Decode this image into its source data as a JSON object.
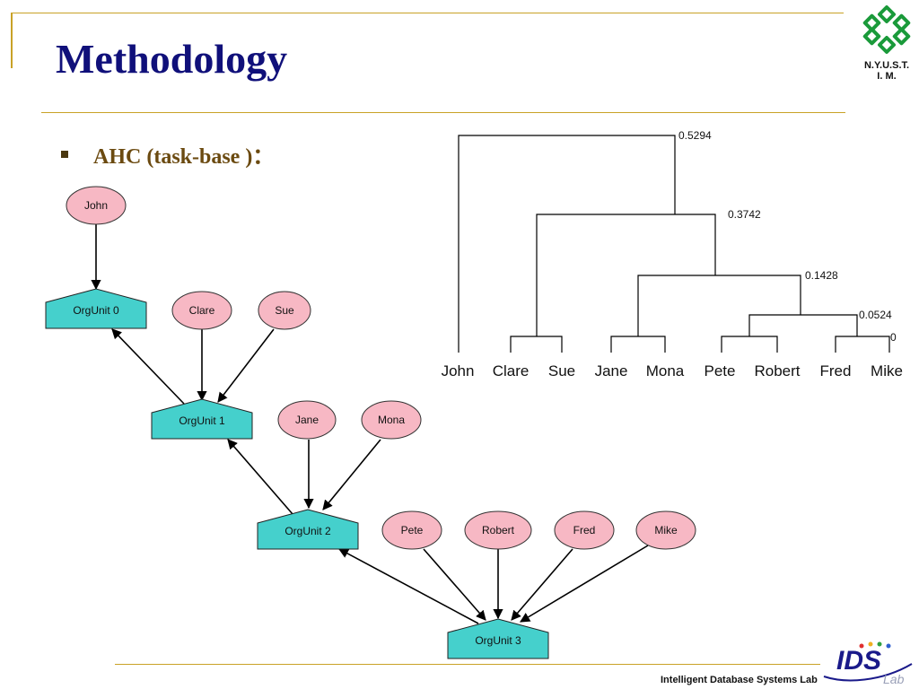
{
  "slide": {
    "title": "Methodology",
    "bullet": "AHC (task-base )：",
    "logo_line1": "N.Y.U.S.T.",
    "logo_line2": "I. M.",
    "footer": "Intelligent Database Systems Lab",
    "footer_logo": "IDS",
    "footer_logo_sub": "Lab"
  },
  "org_graph": {
    "people": {
      "john": "John",
      "clare": "Clare",
      "sue": "Sue",
      "jane": "Jane",
      "mona": "Mona",
      "pete": "Pete",
      "robert": "Robert",
      "fred": "Fred",
      "mike": "Mike"
    },
    "units": {
      "u0": "OrgUnit 0",
      "u1": "OrgUnit 1",
      "u2": "OrgUnit 2",
      "u3": "OrgUnit 3"
    },
    "colors": {
      "person_fill": "#f7b8c4",
      "unit_fill": "#45d0cc",
      "edge": "#000000"
    }
  },
  "dendrogram": {
    "leaves": [
      "John",
      "Clare",
      "Sue",
      "Jane",
      "Mona",
      "Pete",
      "Robert",
      "Fred",
      "Mike"
    ],
    "merge_heights": [
      "0.5294",
      "0.3742",
      "0.1428",
      "0.0524",
      "0"
    ]
  }
}
